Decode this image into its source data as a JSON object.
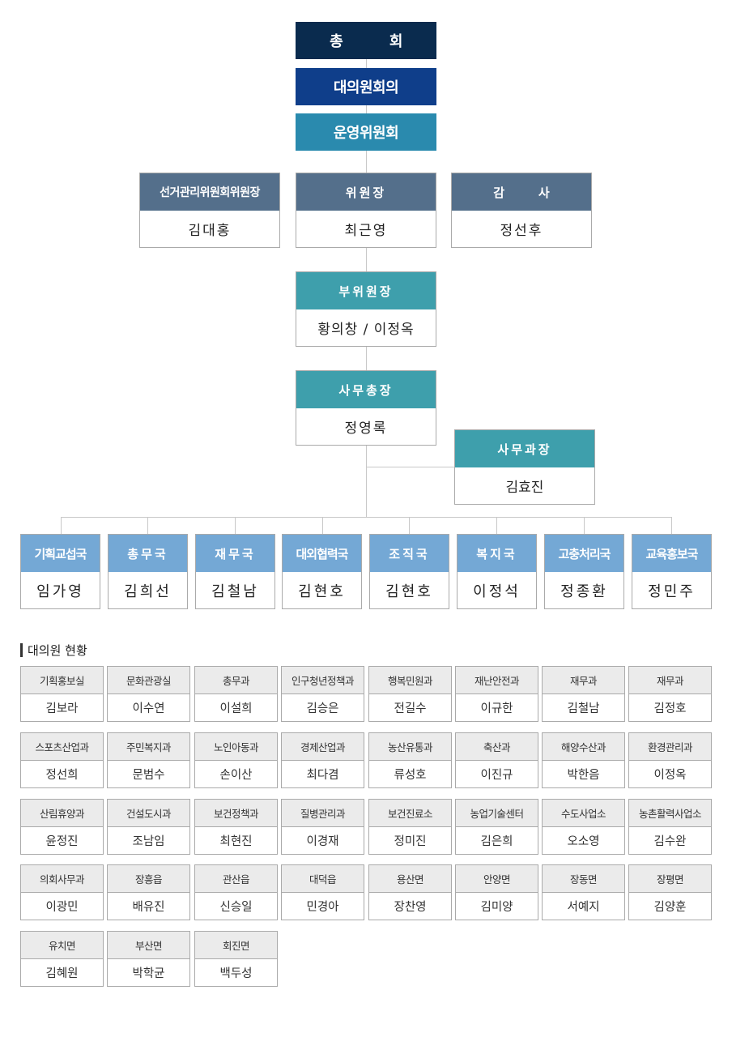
{
  "colors": {
    "general_assembly": "#0a2b4e",
    "delegates_meeting": "#0f3e8a",
    "steering_committee": "#2a8aae",
    "slate_header": "#546f8b",
    "teal_header": "#3e9fac",
    "department_header": "#74a8d5",
    "table_header_bg": "#ebebeb",
    "border": "#aaaaaa",
    "connector": "#c8c8c8"
  },
  "org_chart": {
    "top": [
      {
        "label": "총          회"
      },
      {
        "label": "대의원회의"
      },
      {
        "label": "운영위원회"
      }
    ],
    "officers": [
      {
        "title": "선거관리위원회위원장",
        "name": "김대홍"
      },
      {
        "title": "위원장",
        "name": "최근영"
      },
      {
        "title": "감        사",
        "name": "정선후"
      }
    ],
    "vice_chair": {
      "title": "부위원장",
      "name": "황의창 / 이정옥"
    },
    "secretary_general": {
      "title": "사무총장",
      "name": "정영록"
    },
    "office_manager": {
      "title": "사무과장",
      "name": "김효진"
    },
    "departments": [
      {
        "title": "기획교섭국",
        "name": "임가영"
      },
      {
        "title": "총무국",
        "name": "김희선"
      },
      {
        "title": "재무국",
        "name": "김철남"
      },
      {
        "title": "대외협력국",
        "name": "김현호"
      },
      {
        "title": "조직국",
        "name": "김현호"
      },
      {
        "title": "복지국",
        "name": "이정석"
      },
      {
        "title": "고충처리국",
        "name": "정종환"
      },
      {
        "title": "교육홍보국",
        "name": "정민주"
      }
    ]
  },
  "delegates": {
    "title": "대의원 현황",
    "items": [
      {
        "dept": "기획홍보실",
        "name": "김보라"
      },
      {
        "dept": "문화관광실",
        "name": "이수연"
      },
      {
        "dept": "총무과",
        "name": "이설희"
      },
      {
        "dept": "인구청년정책과",
        "name": "김승은"
      },
      {
        "dept": "행복민원과",
        "name": "전길수"
      },
      {
        "dept": "재난안전과",
        "name": "이규한"
      },
      {
        "dept": "재무과",
        "name": "김철남"
      },
      {
        "dept": "재무과",
        "name": "김정호"
      },
      {
        "dept": "스포츠산업과",
        "name": "정선희"
      },
      {
        "dept": "주민복지과",
        "name": "문범수"
      },
      {
        "dept": "노인아동과",
        "name": "손이산"
      },
      {
        "dept": "경제산업과",
        "name": "최다겸"
      },
      {
        "dept": "농산유통과",
        "name": "류성호"
      },
      {
        "dept": "축산과",
        "name": "이진규"
      },
      {
        "dept": "해양수산과",
        "name": "박한음"
      },
      {
        "dept": "환경관리과",
        "name": "이정옥"
      },
      {
        "dept": "산림휴양과",
        "name": "윤정진"
      },
      {
        "dept": "건설도시과",
        "name": "조남임"
      },
      {
        "dept": "보건정책과",
        "name": "최현진"
      },
      {
        "dept": "질병관리과",
        "name": "이경재"
      },
      {
        "dept": "보건진료소",
        "name": "정미진"
      },
      {
        "dept": "농업기술센터",
        "name": "김은희"
      },
      {
        "dept": "수도사업소",
        "name": "오소영"
      },
      {
        "dept": "농촌활력사업소",
        "name": "김수완"
      },
      {
        "dept": "의회사무과",
        "name": "이광민"
      },
      {
        "dept": "장흥읍",
        "name": "배유진"
      },
      {
        "dept": "관산읍",
        "name": "신승일"
      },
      {
        "dept": "대덕읍",
        "name": "민경아"
      },
      {
        "dept": "용산면",
        "name": "장찬영"
      },
      {
        "dept": "안양면",
        "name": "김미양"
      },
      {
        "dept": "장동면",
        "name": "서예지"
      },
      {
        "dept": "장평면",
        "name": "김양훈"
      },
      {
        "dept": "유치면",
        "name": "김혜원"
      },
      {
        "dept": "부산면",
        "name": "박학균"
      },
      {
        "dept": "회진면",
        "name": "백두성"
      }
    ]
  }
}
